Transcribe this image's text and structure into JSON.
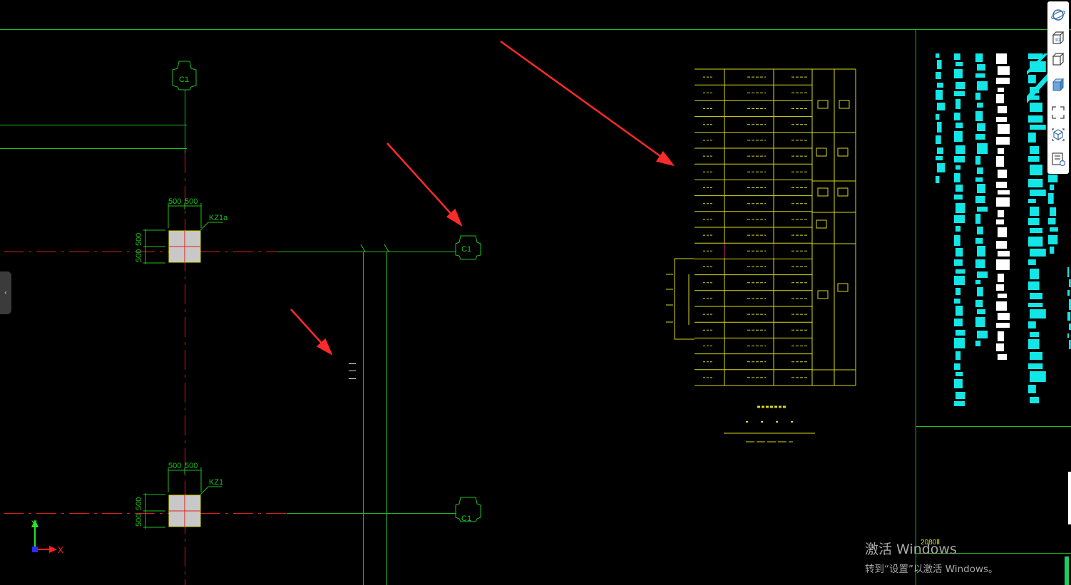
{
  "colors": {
    "background": "#000000",
    "grid_line": "#1fc11f",
    "axis_line": "#e0201a",
    "table_line": "#d8d81a",
    "label_cyan": "#12e6e6",
    "column_fill": "#c8c8c8",
    "arrow": "#ff2a2a",
    "ucs_y": "#2be02b",
    "ucs_x": "#ff2020",
    "ucs_origin": "#2b2bff"
  },
  "columns": [
    {
      "name": "KZ1a",
      "dim_top_left": "500",
      "dim_top_right": "500",
      "dim_side_top": "500",
      "dim_side_bottom": "500"
    },
    {
      "name": "KZ1",
      "dim_top_left": "500",
      "dim_top_right": "500",
      "dim_side_top": "500",
      "dim_side_bottom": "500"
    }
  ],
  "grid_bubbles": [
    "C1",
    "C1",
    "C1"
  ],
  "ucs": {
    "x_label": "X",
    "y_label": "Y"
  },
  "title_block": {
    "label": "2080Ⅱ"
  },
  "toolbar": {
    "items": [
      {
        "name": "navigate-orbit-icon"
      },
      {
        "name": "view-3d-icon"
      },
      {
        "name": "view-cube-icon"
      },
      {
        "name": "view-cube-shaded-icon"
      },
      {
        "name": "zoom-extents-icon"
      },
      {
        "name": "view-box-icon"
      },
      {
        "name": "properties-list-icon"
      }
    ]
  },
  "side_handle": {
    "label": "‹"
  },
  "activation": {
    "title": "激活 Windows",
    "subtitle": "转到“设置”以激活 Windows。"
  }
}
